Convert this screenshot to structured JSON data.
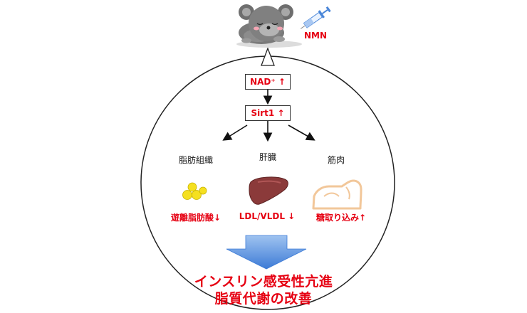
{
  "top": {
    "injection_label": "NMN"
  },
  "flow": {
    "nad_box": "NAD⁺ ↑",
    "sirt1_box": "Sirt1 ↑"
  },
  "tissues": [
    {
      "name": "脂肪組織",
      "effect": "遊離脂肪酸↓",
      "icon": "fat-droplets-icon"
    },
    {
      "name": "肝臓",
      "effect": "LDL/VLDL ↓",
      "icon": "liver-icon"
    },
    {
      "name": "筋肉",
      "effect": "糖取り込み↑",
      "icon": "muscle-arm-icon"
    }
  ],
  "outcome": {
    "line1": "インスリン感受性亢進",
    "line2": "脂質代謝の改善"
  },
  "colors": {
    "accent_red": "#e60012",
    "arrow_blue": "#4a86d8",
    "fat_yellow": "#f5e020",
    "liver_brown": "#8b3a3a",
    "muscle_tan": "#f2c79a"
  }
}
